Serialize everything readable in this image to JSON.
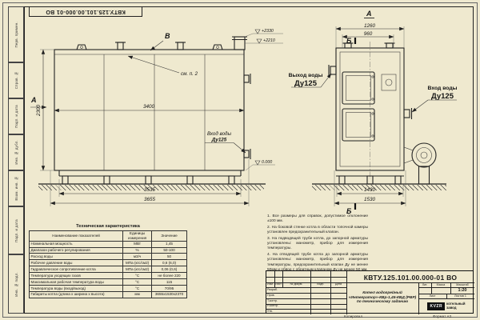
{
  "sheet": {
    "top_doc_number": "КВТУ.125.101.00.000-01 ВО",
    "footer_copy": "Копировал",
    "footer_format": "Формат А3"
  },
  "frame": {
    "left_labels": [
      "Перв. примен.",
      "Справ. №",
      "Подп. и дата",
      "Инв. № дубл.",
      "Взам. инв. №",
      "Подп. и дата",
      "Инв. № подл."
    ]
  },
  "drawing": {
    "side": {
      "label_v": "В",
      "label_a": "А",
      "see_note": "см. п. 2",
      "dim_length": "3400",
      "dim_height": "2300",
      "dim_base": "3535",
      "dim_overall": "3655",
      "elev1": "+2330",
      "elev2": "+2210",
      "elev_zero": "0.000",
      "inlet1": "Вход воды",
      "inlet2": "Ду125"
    },
    "front": {
      "title": "А",
      "dim_top_outer": "1260",
      "dim_top_inner": "960",
      "dim_bot_inner": "1430",
      "dim_bot_outer": "1530",
      "section": "Б",
      "outlet1": "Выход воды",
      "outlet2": "Ду125",
      "inlet1": "Вход воды",
      "inlet2": "Ду125"
    }
  },
  "table": {
    "title": "Техническая характеристика",
    "headers": [
      "Наименование показателей",
      "Единицы измерения",
      "Значение"
    ],
    "rows": [
      [
        "Номинальная мощность",
        "МВт",
        "1,45"
      ],
      [
        "Диапазон рабочего регулирования",
        "%",
        "50-100"
      ],
      [
        "Расход воды",
        "м3/ч",
        "50"
      ],
      [
        "Рабочее давление воды",
        "МПа (кгс/см2)",
        "0,6 (6,0)"
      ],
      [
        "Гидравлическое сопротивление котла",
        "МПа (кгс/см2)",
        "0,06 (0,6)"
      ],
      [
        "Температура уходящих газов",
        "°С",
        "не более 220"
      ],
      [
        "Максимальная рабочая температура воды",
        "°С",
        "115"
      ],
      [
        "Температура воды (вход/выход)",
        "°С",
        "70/95"
      ],
      [
        "Габариты котла (длина х ширина х высота)",
        "мм",
        "3655х1530х2370"
      ]
    ]
  },
  "notes": [
    "1. Все размеры для справок, допустимое отклонение ±100 мм.",
    "2. На боковой стенке котла в области топочной камеры установлен предохранительный клапан.",
    "3. На подводящей трубе котла, до запорной арматуры установлены: манометр, прибор для измерения температуры.",
    "4. На отводящей трубе котла до запорной арматуры установлены: манометр, прибор для измерения температуры, предохранительный клапан Ду не менее 50мм и обвод с обратным клапаном Ду не менее 50 мм."
  ],
  "title_block": {
    "doc_number": "КВТУ.125.101.00.000-01 ВО",
    "product_line1": "Котел водогрейный",
    "product_line2": "«Интегратор»-КВр-1,45-КВД (РВР)",
    "product_line3": "по техническому заданию",
    "change_headers": [
      "Изм.",
      "Лист",
      "№ докум.",
      "Подп.",
      "Дата"
    ],
    "roles": [
      "Разраб.",
      "Пров.",
      "Т.контр.",
      "Н.контр.",
      "Утв."
    ],
    "lit_label": "Лит.",
    "mass_label": "Масса",
    "scale_label": "Масштаб",
    "scale_value": "1:20",
    "sheet_label": "Лист",
    "sheets_label": "Листов 1",
    "company_logo": "KVZR",
    "company_line1": "котельный",
    "company_line2": "завод"
  }
}
